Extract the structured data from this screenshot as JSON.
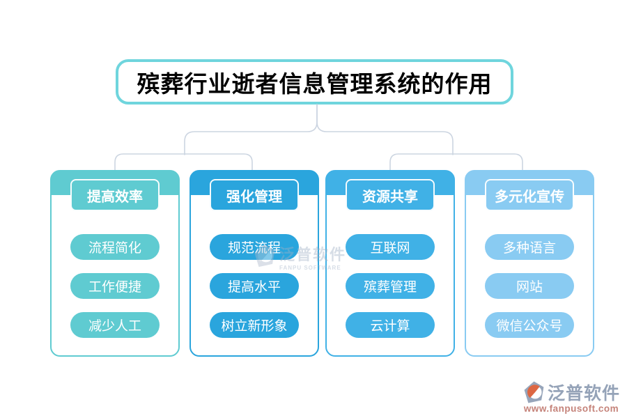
{
  "title": "殡葬行业逝者信息管理系统的作用",
  "colors": {
    "title_border": "#6fd5dd",
    "connector": "#ccd5e1",
    "card_teal": "#5fcbd1",
    "card_blue": "#2aa5dd",
    "card_light_blue": "#40b1e6",
    "card_sky": "#89cbf2"
  },
  "cards": [
    {
      "header": "提高效率",
      "color": "#5fcbd1",
      "items": [
        "流程简化",
        "工作便捷",
        "减少人工"
      ]
    },
    {
      "header": "强化管理",
      "color": "#2aa5dd",
      "items": [
        "规范流程",
        "提高水平",
        "树立新形象"
      ]
    },
    {
      "header": "资源共享",
      "color": "#40b1e6",
      "items": [
        "互联网",
        "殡葬管理",
        "云计算"
      ]
    },
    {
      "header": "多元化宣传",
      "color": "#89cbf2",
      "items": [
        "多种语言",
        "网站",
        "微信公众号"
      ]
    }
  ],
  "watermark": {
    "text": "泛普软件",
    "subtext": "FANPU SOFTWARE"
  },
  "logo": {
    "name": "泛普软件",
    "url": "www.fanpusoft.com"
  }
}
